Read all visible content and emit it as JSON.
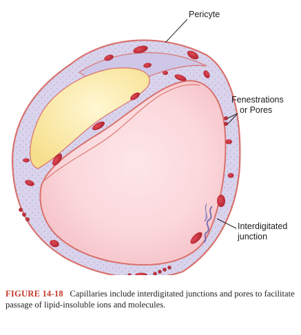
{
  "labels": {
    "pericyte": "Pericyte",
    "fenestrations_line1": "Fenestrations",
    "fenestrations_line2": "or Pores",
    "interdigitated_line1": "Interdigitated",
    "interdigitated_line2": "junction"
  },
  "caption": {
    "figure_number": "FIGURE 14-18",
    "text": "Capillaries include interdigitated junctions and pores to facilitate passage of lipid-insoluble ions and molecules."
  },
  "colors": {
    "lumen": "#fbd8dc",
    "wall": "#d9d3ec",
    "outline": "#d9706a",
    "nucleus": "#c5303e",
    "vacuole": "#fbe9a8",
    "caption_accent": "#c43a2a"
  }
}
